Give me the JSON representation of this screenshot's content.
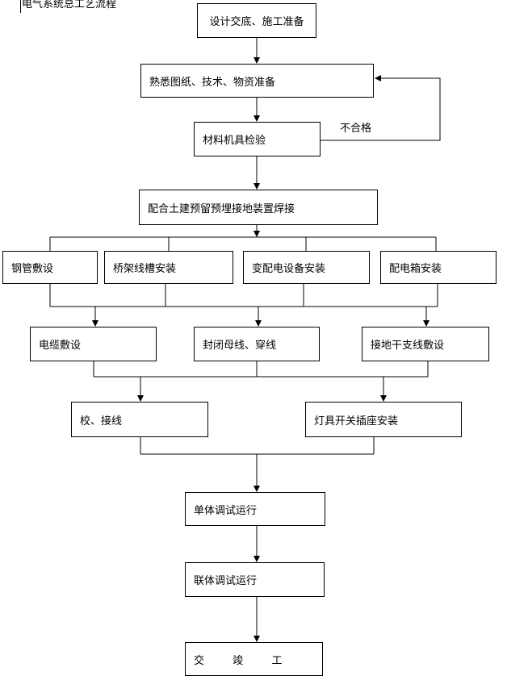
{
  "title": "电气系统总工艺流程",
  "nodes": {
    "design": "设计交底、施工准备",
    "familiar": "熟悉图纸、技术、物资准备",
    "inspect": "材料机具检验",
    "prebury": "配合土建预留预埋接地装置焊接",
    "steelpipe": "钢管敷设",
    "bridge": "桥架线槽安装",
    "substation": "变配电设备安装",
    "distbox": "配电箱安装",
    "cable": "电缆敷设",
    "busbar": "封闭母线、穿线",
    "grounding": "接地干支线敷设",
    "connect": "校、接线",
    "lighting": "灯具开关插座安装",
    "unittest": "单体调试运行",
    "jointtest": "联体调试运行",
    "complete": "交  竣  工"
  },
  "labels": {
    "fail": "不合格"
  }
}
